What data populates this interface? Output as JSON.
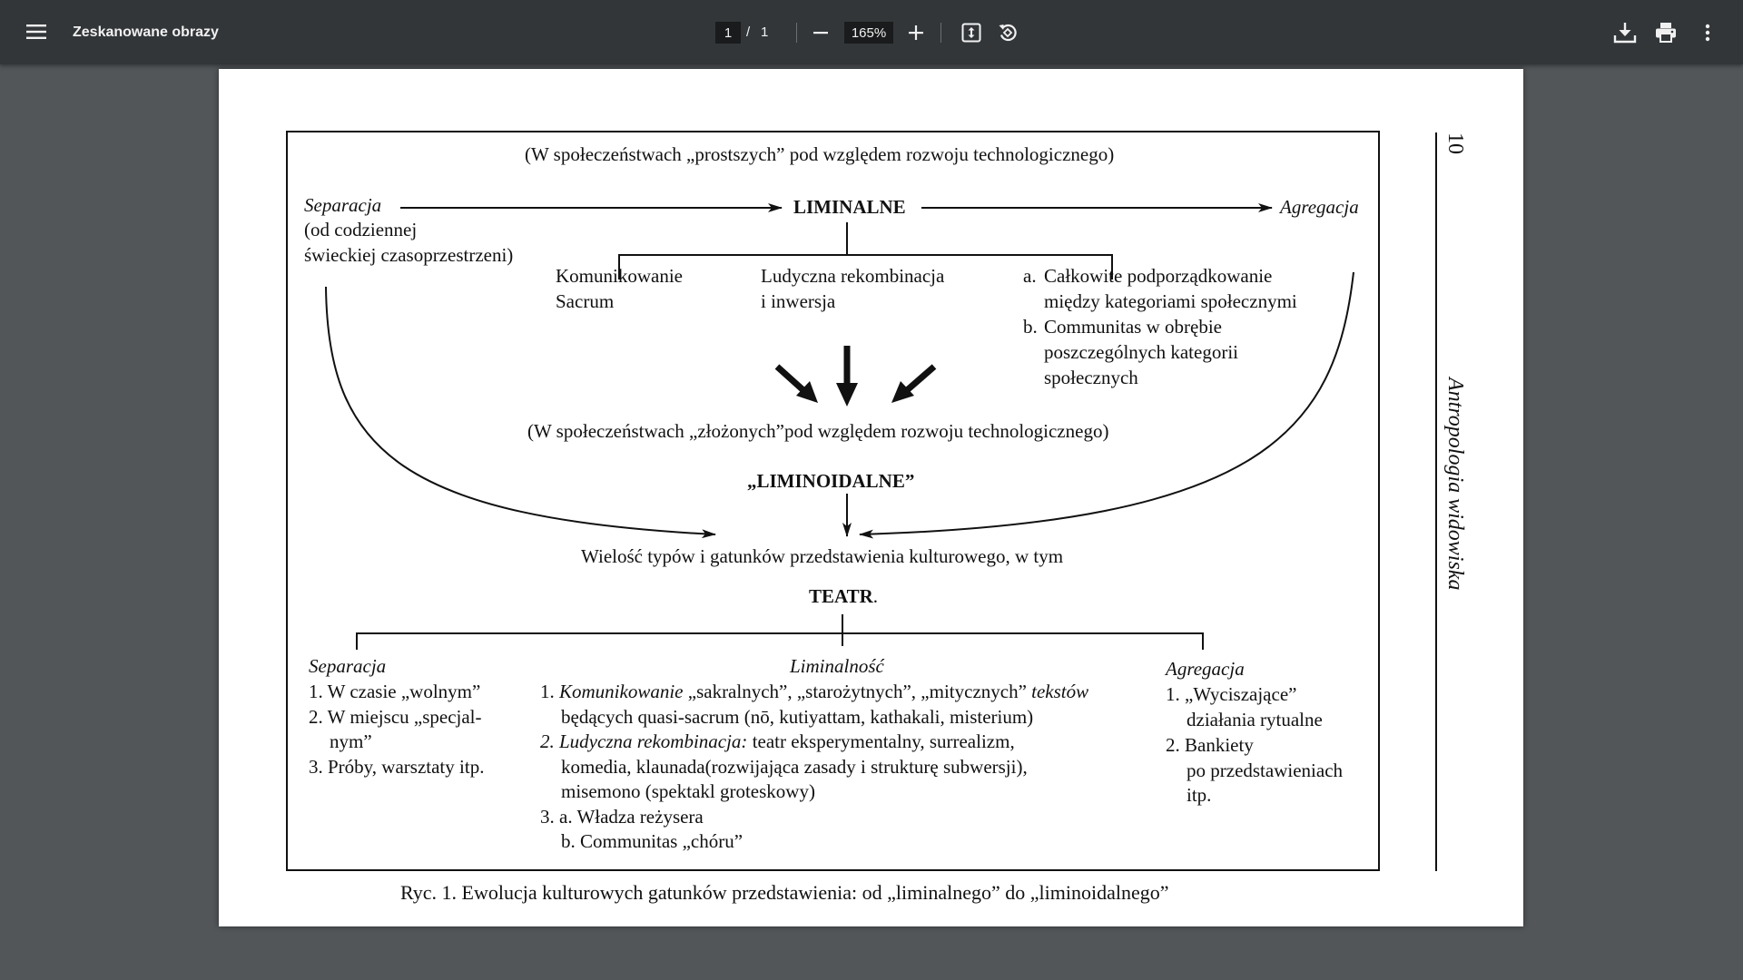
{
  "toolbar": {
    "title": "Zeskanowane obrazy",
    "current_page": "1",
    "page_separator": "/",
    "total_pages": "1",
    "zoom": "165%",
    "icons": [
      "menu-icon",
      "zoom-out-icon",
      "zoom-in-icon",
      "fit-page-icon",
      "rotate-icon",
      "download-icon",
      "print-icon",
      "more-icon"
    ]
  },
  "document": {
    "top_caption": "(W społeczeństwach „prostszych” pod względem rozwoju technologicznego)",
    "separacja_top": "Separacja",
    "separacja_desc_1": "(od codziennej",
    "separacja_desc_2": "świeckiej czasoprzestrzeni)",
    "liminalne": "LIMINALNE",
    "agregacja_top": "Agregacja",
    "branch_1_line_1": "Komunikowanie",
    "branch_1_line_2": "Sacrum",
    "branch_2_line_1": "Ludyczna rekombinacja",
    "branch_2_line_2": "i inwersja",
    "branch_3": [
      {
        "marker": "a.",
        "line_1": "Całkowite podporządkowanie",
        "line_2": "między kategoriami społecznymi"
      },
      {
        "marker": "b.",
        "line_1": "Communitas w obrębie",
        "line_2": "poszczególnych kategorii",
        "line_3": "społecznych"
      }
    ],
    "middle_caption": "(W społeczeństwach „złożonych”pod względem rozwoju technologicznego)",
    "liminoidalne": "„LIMINOIDALNE”",
    "wielosc": "Wielość typów i gatunków przedstawienia kulturowego, w tym",
    "teatr": "TEATR",
    "teatr_dot": ".",
    "bottom_left": {
      "heading": "Separacja",
      "items": [
        {
          "marker": "1.",
          "text": "W czasie „wolnym”"
        },
        {
          "marker": "2.",
          "text": "W miejscu „specjal-",
          "cont": "nym”"
        },
        {
          "marker": "3.",
          "text": "Próby, warsztaty itp."
        }
      ]
    },
    "bottom_middle": {
      "heading": "Liminalność",
      "item1_marker": "1.",
      "item1_em1": "Komunikowanie",
      "item1_text1": " „sakralnych”, „starożytnych”, „mitycznych” ",
      "item1_em2": "tekstów",
      "item1_line2": "będących quasi-sacrum (nō, kutiyattam, kathakali, misterium)",
      "item2_marker": "2.",
      "item2_em": "Ludyczna rekombinacja:",
      "item2_text1": " teatr eksperymentalny, surrealizm,",
      "item2_line2": "komedia, klaunada(rozwijająca zasady i strukturę subwersji),",
      "item2_line3": "misemono (spektakl groteskowy)",
      "item3_marker": "3.",
      "item3_a": "a. Władza reżysera",
      "item3_b": "b. Communitas „chóru”"
    },
    "bottom_right": {
      "heading": "Agregacja",
      "item1_marker": "1.",
      "item1_line1": "„Wyciszające”",
      "item1_line2": "działania rytualne",
      "item2_marker": "2.",
      "item2_line1": "Bankiety",
      "item2_line2": "po przedstawieniach",
      "item2_line3": "itp."
    },
    "figure_caption": "Ryc. 1. Ewolucja kulturowych gatunków przedstawienia: od „liminalnego” do „liminoidalnego”",
    "running_head": "Antropologia widowiska",
    "page_number": "10"
  }
}
